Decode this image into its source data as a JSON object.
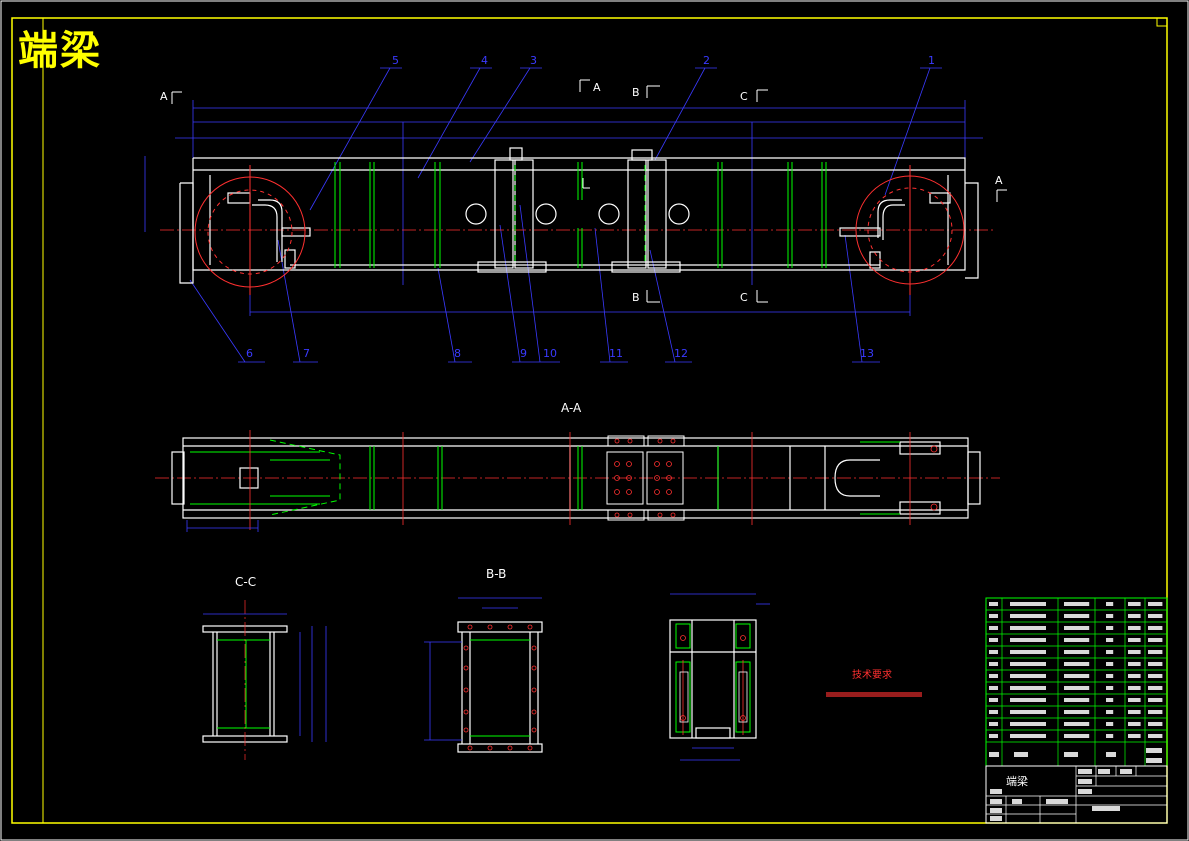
{
  "drawing_title": "端梁",
  "view_labels": {
    "main_a_left": "A",
    "main_a_right": "A",
    "main_a_top": "A",
    "main_b_top": "B",
    "main_b_bottom": "B",
    "main_c_top": "C",
    "main_c_bottom": "C",
    "section_aa": "A-A",
    "section_bb": "B-B",
    "section_cc": "C-C"
  },
  "part_callouts": [
    "1",
    "2",
    "3",
    "4",
    "5",
    "6",
    "7",
    "8",
    "9",
    "10",
    "11",
    "12",
    "13"
  ],
  "tech_requirements": {
    "heading": "技术要求"
  },
  "colors": {
    "frame": "#ffffff",
    "dimension": "#3a3aff",
    "stiffener": "#00ff00",
    "hidden": "#ff3030",
    "title": "#ffff00",
    "table_line": "#00ff00"
  },
  "title_block": {
    "name": "端梁"
  },
  "bom_rows": 12
}
